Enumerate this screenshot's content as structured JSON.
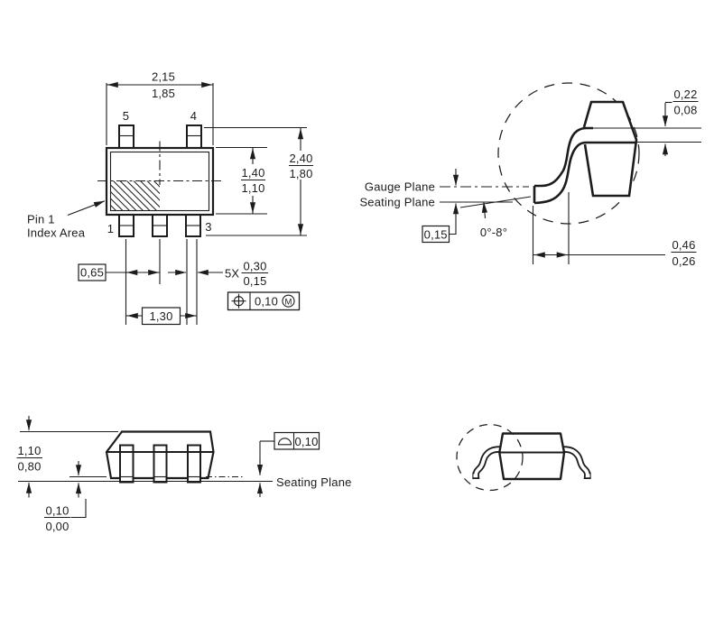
{
  "style": {
    "ink": "#1c1c1c",
    "background": "#ffffff"
  },
  "icons": {
    "position_tolerance": "circle-crosshair",
    "max_material_condition": "circled-M",
    "seating_plane_flatness": "half-dome"
  },
  "views": {
    "top": {
      "dim_body_width": {
        "max": "2,15",
        "min": "1,85"
      },
      "dim_overall_span": {
        "max": "2,40",
        "min": "1,80"
      },
      "dim_body_depth": {
        "max": "1,40",
        "min": "1,10"
      },
      "dim_pitch": "0,65",
      "dim_lead_span": "1,30",
      "dim_lead_width": {
        "qty": "5X",
        "max": "0,30",
        "min": "0,15"
      },
      "tolerance_frame": {
        "value": "0,10",
        "modifier": "M"
      },
      "pins": {
        "p1": "1",
        "p3": "3",
        "p4": "4",
        "p5": "5"
      },
      "pin1_note": {
        "line1": "Pin 1",
        "line2": "Index Area"
      }
    },
    "lead_detail": {
      "dim_lead_thickness": {
        "max": "0,22",
        "min": "0,08"
      },
      "gauge_plane_label": "Gauge Plane",
      "seating_plane_label": "Seating Plane",
      "dim_gauge_to_seating": "0,15",
      "dim_foot_angle": "0°-8°",
      "dim_foot_length": {
        "max": "0,46",
        "min": "0,26"
      }
    },
    "side": {
      "dim_height": {
        "max": "1,10",
        "min": "0,80"
      },
      "dim_standoff": {
        "max": "0,10",
        "min": "0,00"
      },
      "seating_plane_label": "Seating Plane",
      "flatness_value": "0,10"
    }
  }
}
